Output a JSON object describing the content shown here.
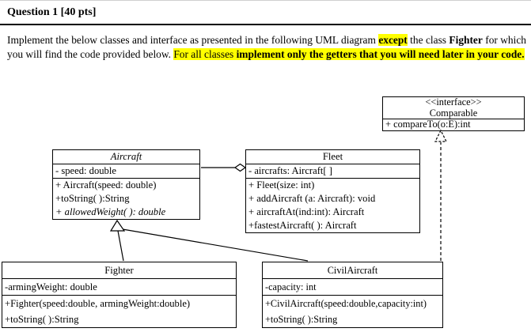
{
  "question": {
    "title": "Question 1 [40 pts]",
    "para": {
      "seg1": "Implement the below classes and interface as presented in the following UML diagram ",
      "seg2": "except",
      "seg3": " the class ",
      "seg4": "Fighter",
      "seg5": " for which you will find the code provided below. ",
      "seg6": "For all classes ",
      "seg7": "implement only the getters that you will need later in your code."
    }
  },
  "uml": {
    "comparable": {
      "stereotype": "<<interface>>",
      "name": "Comparable",
      "methods": [
        "+ compareTo(o:E):int"
      ]
    },
    "aircraft": {
      "name": "Aircraft",
      "attributes": [
        "- speed: double"
      ],
      "methods": [
        "+ Aircraft(speed: double)",
        "+toString( ):String",
        "+ allowedWeight( ): double"
      ]
    },
    "fleet": {
      "name": "Fleet",
      "attributes": [
        "- aircrafts: Aircraft[ ]"
      ],
      "methods": [
        "+ Fleet(size: int)",
        "+ addAircraft  (a: Aircraft): void",
        "+ aircraftAt(ind:int): Aircraft",
        "+fastestAircraft( ): Aircraft"
      ]
    },
    "fighter": {
      "name": "Fighter",
      "attributes": [
        "-armingWeight: double"
      ],
      "methods": [
        "+Fighter(speed:double, armingWeight:double)",
        "+toString( ):String"
      ]
    },
    "civilaircraft": {
      "name": "CivilAircraft",
      "attributes": [
        "-capacity: int"
      ],
      "methods": [
        "+CivilAircraft(speed:double,capacity:int)",
        "+toString( ):String"
      ]
    }
  },
  "colors": {
    "highlight": "#ffff00",
    "line": "#000000"
  }
}
